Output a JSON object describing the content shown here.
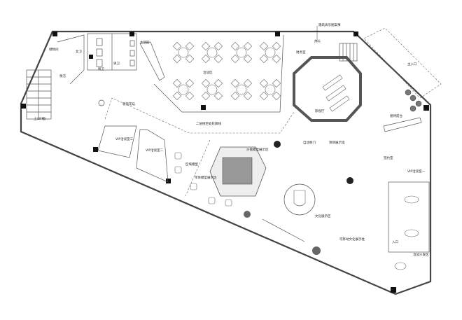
{
  "labels": {
    "restroom_female": "女卫",
    "restroom_male": "男卫",
    "restroom_accessible": "残卫",
    "storage": "储物间",
    "cleaning": "保洁",
    "water_bar": "水吧区",
    "negotiation_area": "洽谈区",
    "decor": "装饰花坛",
    "stairs_up": "上(2F楼)",
    "vip_room_2": "VIP洽谈室二",
    "vip_room_3": "VIP洽谈室三",
    "area_model": "区域模型",
    "mezzanine_outline": "二层挑空处轮廓线",
    "sand_table": "沙盘模型展示区",
    "model_area": "单体模型展示区",
    "video_room": "影视厅",
    "auto_door": "自动移门",
    "project_wall": "项目展示墙",
    "lighting_note": "建筑表示图案事",
    "office": "财务室",
    "office2": "办公",
    "main_entrance": "主入口",
    "reception": "接待前台",
    "signing_room": "签约室",
    "vip_room_1": "VIP洽谈室一",
    "culture_area": "文化展示区",
    "movable_column": "可移动文化展示柱",
    "lounge": "洽谈沙发区",
    "entry_mark": "入口"
  }
}
